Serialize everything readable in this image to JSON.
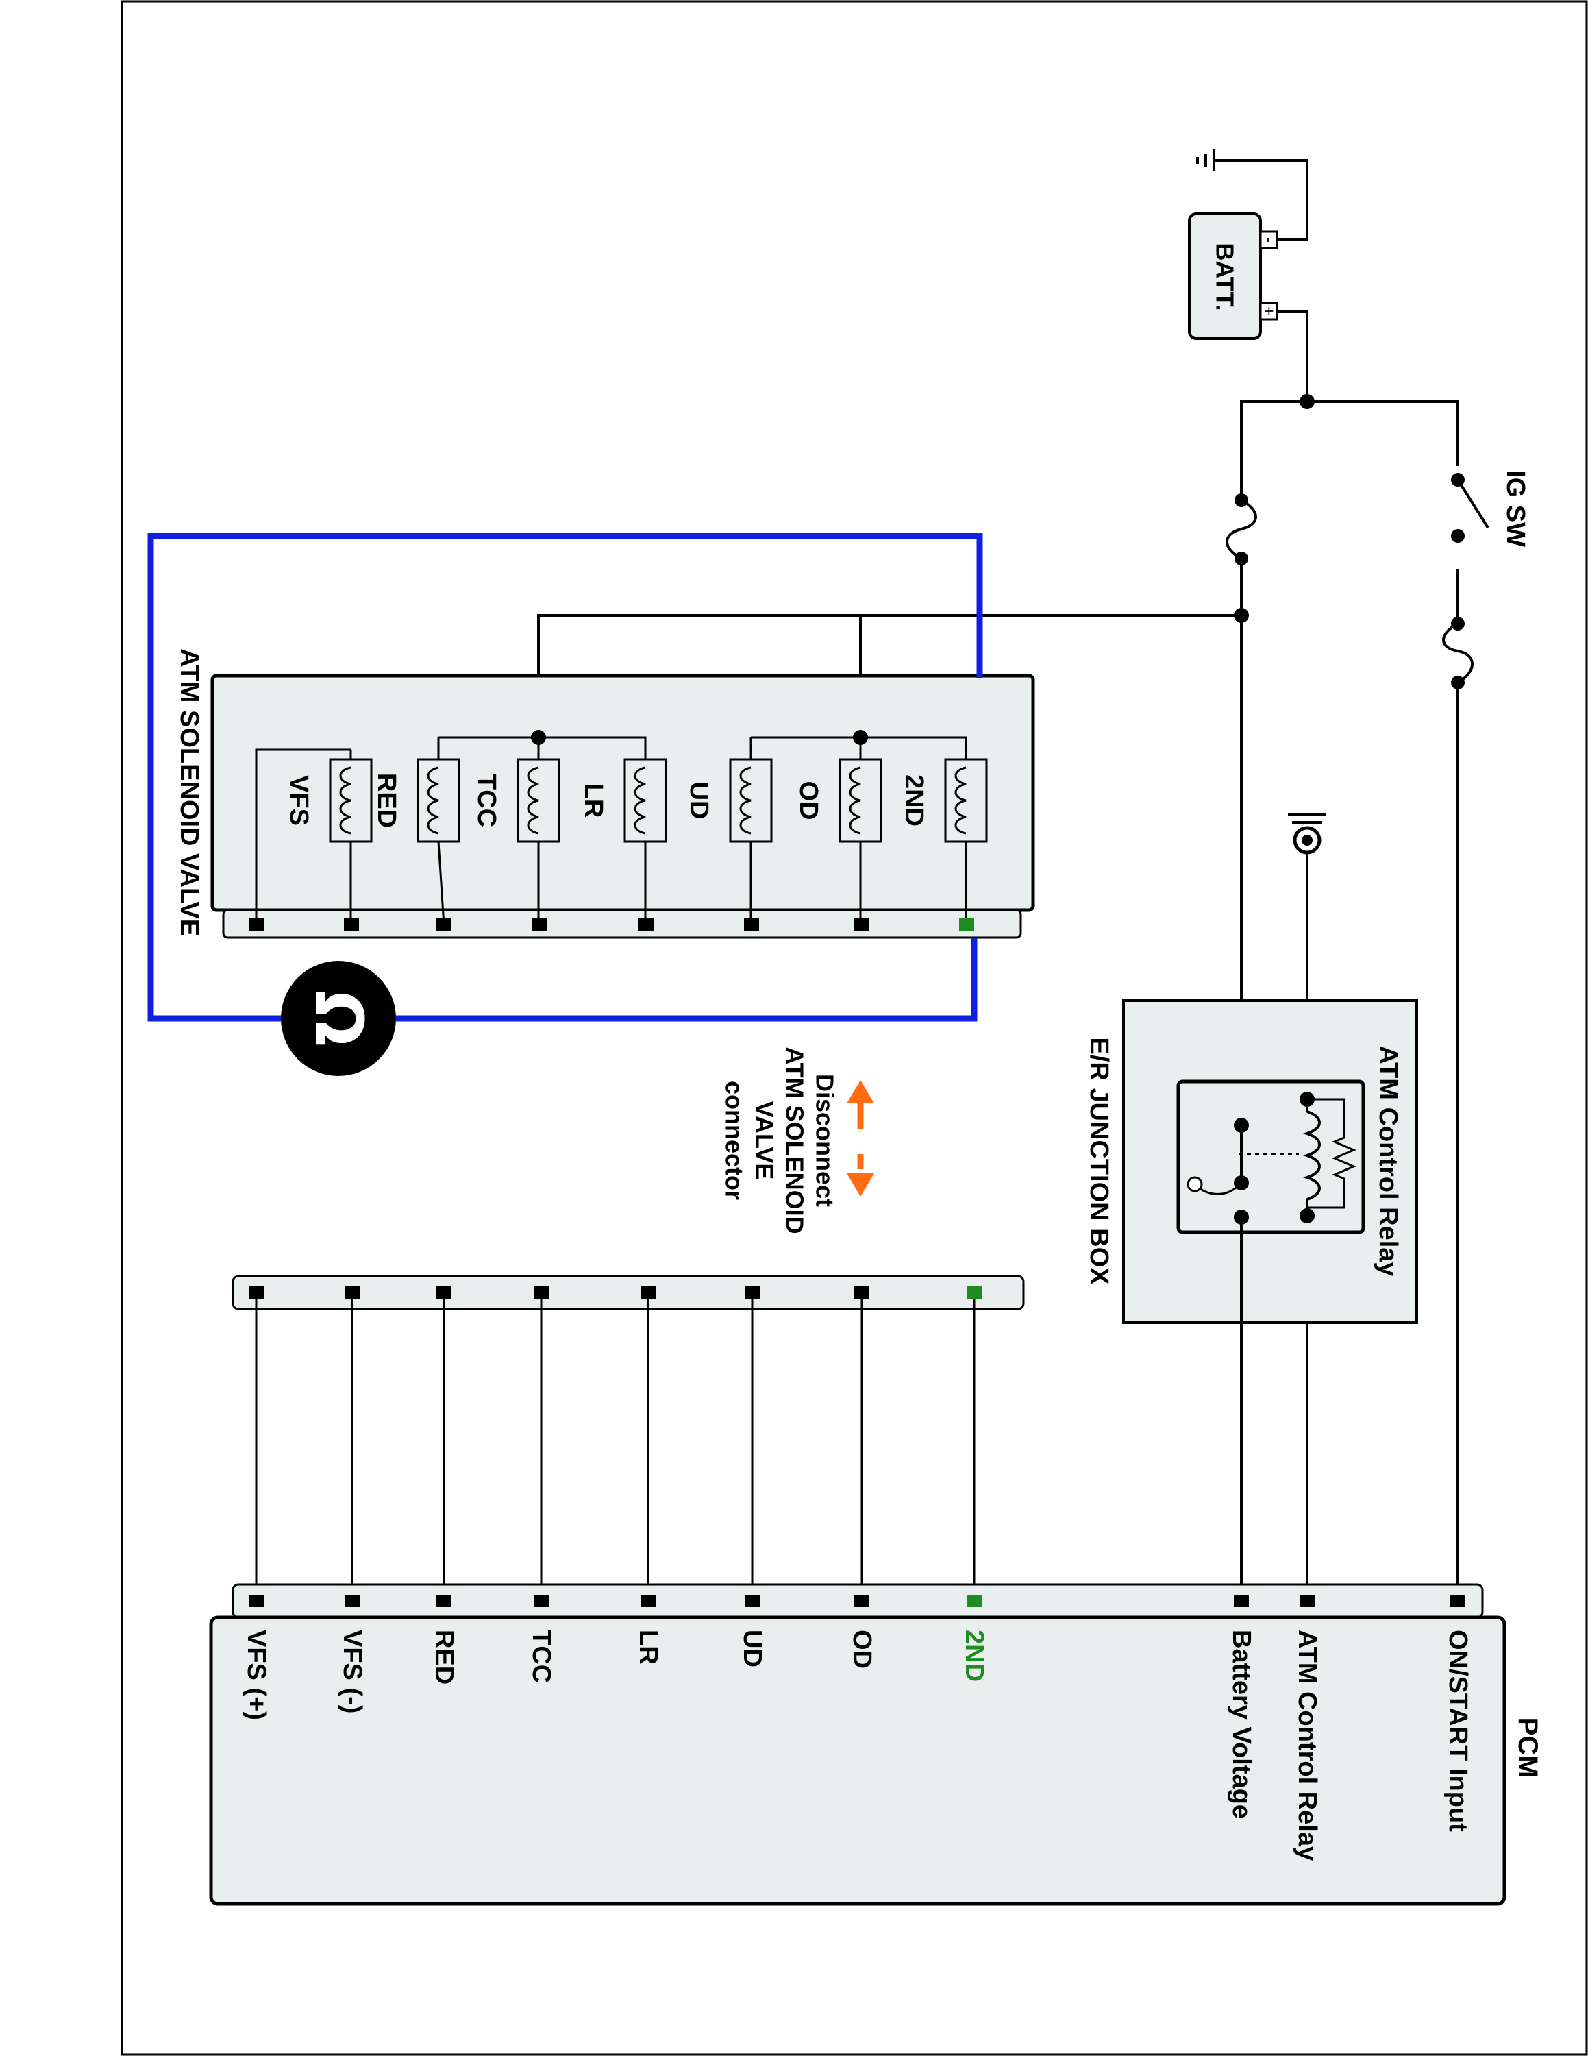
{
  "components": {
    "battery": {
      "label": "BATT.",
      "plus": "+",
      "minus": "-"
    },
    "ig_switch": {
      "label": "IG SW"
    },
    "relay": {
      "label": "ATM Control Relay"
    },
    "junction_box": {
      "label": "E/R JUNCTION BOX"
    },
    "solenoid_valve": {
      "label": "ATM SOLENOID VALVE",
      "solenoids": [
        "2ND",
        "OD",
        "UD",
        "LR",
        "TCC",
        "RED",
        "VFS"
      ]
    },
    "pcm": {
      "label": "PCM",
      "pins": {
        "on_start": "ON/START Input",
        "relay": "ATM Control Relay",
        "battery": "Battery Voltage",
        "p2nd": "2ND",
        "od": "OD",
        "ud": "UD",
        "lr": "LR",
        "tcc": "TCC",
        "red": "RED",
        "vfs_minus": "VFS (-)",
        "vfs_plus": "VFS (+)"
      }
    }
  },
  "instruction": {
    "line1": "Disconnect",
    "line2": "ATM SOLENOID",
    "line3": "VALVE",
    "line4": "connector"
  },
  "meter": {
    "symbol": "Ω"
  },
  "colors": {
    "highlight_pin": "#1e8c1e",
    "meter_wire": "#1020e0",
    "arrow": "#ff6a13",
    "box_fill": "#e9eeee"
  }
}
